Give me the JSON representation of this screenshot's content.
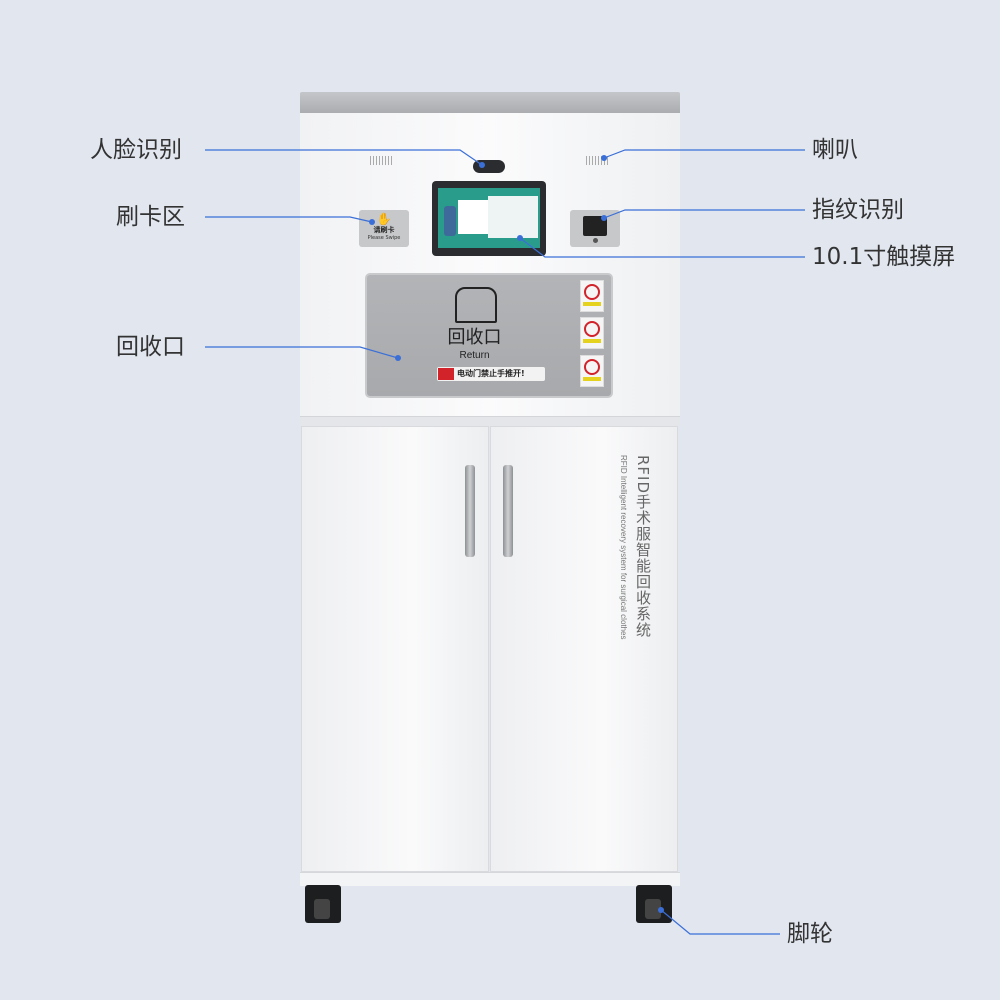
{
  "labels": {
    "face": "人脸识别",
    "speaker": "喇叭",
    "card": "刷卡区",
    "fingerprint": "指纹识别",
    "screen": "10.1寸触摸屏",
    "return_port": "回收口",
    "caster": "脚轮"
  },
  "device": {
    "card_reader_text": "请刷卡",
    "card_reader_sub": "Please Swipe",
    "return_title": "回收口",
    "return_sub": "Return",
    "warning": "电动门禁止手推开!",
    "side_title": "RFID手术服智能回收系统",
    "side_sub": "RFID Intelligent recovery system for surgical clothes"
  },
  "colors": {
    "leader_line": "#3b6fd8",
    "background": "#e1e6ef"
  }
}
